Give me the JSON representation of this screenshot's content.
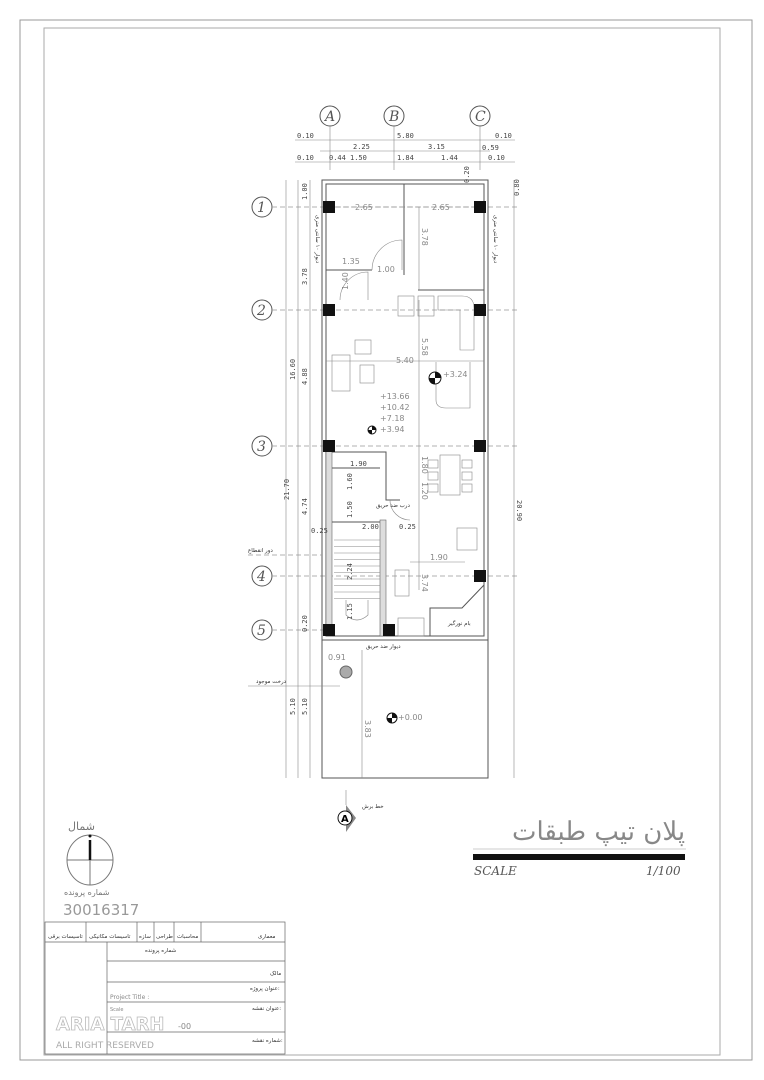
{
  "grid_axes": {
    "columns": [
      "A",
      "B",
      "C"
    ],
    "rows": [
      "1",
      "2",
      "3",
      "4",
      "5"
    ]
  },
  "dimensions": {
    "top_row1": [
      "0.10",
      "5.80",
      "0.10"
    ],
    "top_row2": [
      "2.25",
      "3.15",
      "0.59"
    ],
    "top_row3": [
      "0.10",
      "0.44",
      "1.50",
      "1.84",
      "1.44",
      "0.10"
    ],
    "top_misc": [
      "0.20",
      "0.80"
    ],
    "left_outer": [
      "21.70"
    ],
    "left_mid": [
      "16.60",
      "5.10"
    ],
    "left_inner": [
      "1.00",
      "3.78",
      "4.88",
      "4.74",
      "0.20",
      "5.10"
    ],
    "right": [
      "20.90"
    ],
    "interior": [
      "2.65",
      "2.65",
      "3.78",
      "1.00",
      "1.40",
      "1.35",
      "5.40",
      "5.58",
      "1.90",
      "1.60",
      "1.50",
      "2.00",
      "0.25",
      "0.25",
      "1.80",
      "1.20",
      "1.90",
      "2.24",
      "3.74",
      "1.15",
      "0.91",
      "3.83"
    ]
  },
  "levels": [
    "+13.66",
    "+10.42",
    "+7.18",
    "+3.94",
    "+3.24",
    "+0.00"
  ],
  "annotations": {
    "cut_line": "خط برش",
    "existing_tree": "درخت موجود",
    "fire_door": "درب ضد حریق",
    "fire_wall": "دیوار ضد حریق",
    "skylight": "بام نورگیر",
    "wall_note": "دیوار ۱۰ سانتی متری",
    "cut_line2": "دور انقطاع"
  },
  "section_marker": "A",
  "north": {
    "label": "شمال"
  },
  "permit": {
    "label": "شماره پرونده",
    "number": "30016317"
  },
  "title": {
    "text": "پلان تیپ طبقات",
    "scale_label": "SCALE",
    "scale_value": "1/100"
  },
  "title_block": {
    "header_cells": [
      "معماری",
      "سازه",
      "تاسیسات مکانیکی",
      "تاسیسات برقی",
      "طراحی",
      "محاسبات"
    ],
    "file_no": "شماره پرونده",
    "owner": "مالک",
    "project_title_fa": "عنوان پروژه:",
    "project_title_en": "Project Title :",
    "sheet_title": "عنوان نقشه:",
    "sheet_no": "شماره نقشه:",
    "scale": "Scale",
    "sheet_code": "-00",
    "watermark": "ARIA TARH",
    "rights": "ALL RIGHT RESERVED"
  }
}
